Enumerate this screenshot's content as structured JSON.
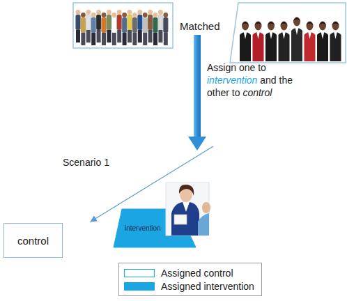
{
  "diagram": {
    "nodes": [
      {
        "text": [
          "control"
        ]
      },
      {
        "text": [
          "intervention"
        ]
      }
    ],
    "labels": [
      "Matched",
      "Assign one to intervention and the other to control",
      "Scenario 1"
    ],
    "legend": [
      {
        "text": "Assigned control",
        "color": "#ffffff"
      },
      {
        "text": "Assigned intervention",
        "color": "#1ca5e3"
      }
    ]
  }
}
